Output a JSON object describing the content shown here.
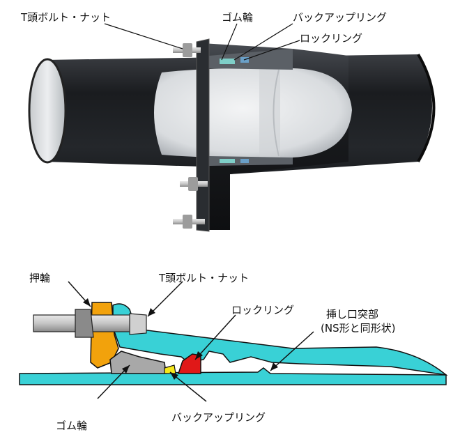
{
  "top_figure": {
    "labels": {
      "t_bolt_nut": "T頭ボルト・ナット",
      "rubber_ring": "ゴム輪",
      "backup_ring": "バックアップリング",
      "lock_ring": "ロックリング"
    }
  },
  "bottom_figure": {
    "labels": {
      "gland": "押輪",
      "t_bolt_nut": "T頭ボルト・ナット",
      "lock_ring": "ロックリング",
      "spigot_projection_line1": "挿し口突部",
      "spigot_projection_line2": "(NS形と同形状)",
      "rubber_ring": "ゴム輪",
      "backup_ring": "バックアップリング"
    }
  },
  "colors": {
    "pipe_dark": "#1b1d20",
    "pipe_interior": "#e6e8ea",
    "section_cyan": "#39d1d6",
    "gland_orange": "#f2a20c",
    "rubber_gray": "#a8a8a8",
    "lock_ring_red": "#e01818",
    "backup_ring_yellow": "#f5e81a",
    "bolt_gray": "#c9c9c9"
  }
}
